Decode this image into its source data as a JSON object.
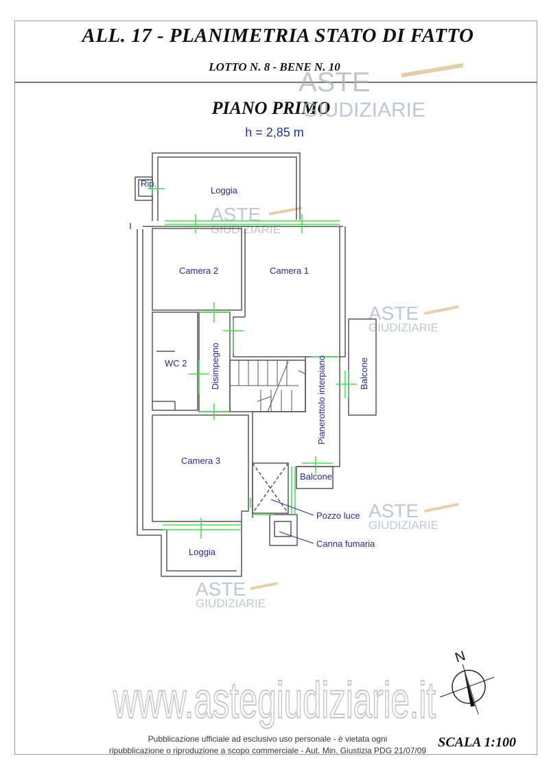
{
  "header": {
    "title": "ALL. 17 - PLANIMETRIA STATO DI FATTO",
    "subtitle": "LOTTO N. 8 - BENE N. 10"
  },
  "drawing": {
    "floor_title": "PIANO PRIMO",
    "height_label": "h = 2,85 m",
    "rooms": {
      "rip": "Rip.",
      "loggia_top": "Loggia",
      "camera2": "Camera 2",
      "camera1": "Camera 1",
      "wc2": "WC 2",
      "disimpegno": "Disimpegno",
      "balcone_right": "Balcone",
      "pianerottolo": "Pianerottolo interpiano",
      "camera3": "Camera 3",
      "balcone_small": "Balcone",
      "pozzo_luce": "Pozzo luce",
      "canna_fumaria": "Canna fumaria",
      "loggia_bottom": "Loggia"
    },
    "compass_label": "N",
    "scale": "SCALA 1:100"
  },
  "watermark": {
    "logo_top": "ASTE",
    "logo_bottom": "GIUDIZIARIE",
    "website": "www.astegiudiziarie.it"
  },
  "footer": {
    "notice_line1": "Pubblicazione ufficiale ad esclusivo uso personale - è vietata ogni",
    "notice_line2": "ripubblicazione o riproduzione a scopo commerciale - Aut. Min. Giustizia PDG 21/07/09"
  },
  "colors": {
    "label": "#24289a",
    "window": "#3ee04a",
    "wall": "#555555"
  }
}
